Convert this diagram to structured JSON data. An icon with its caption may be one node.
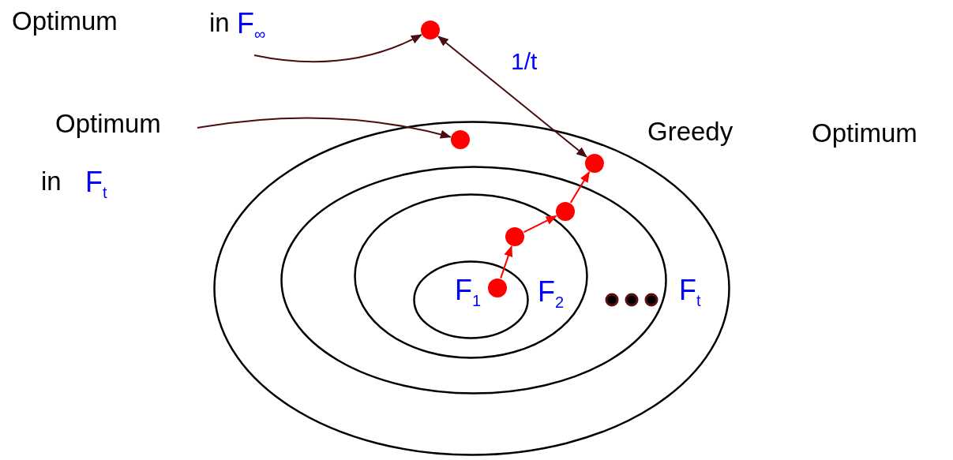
{
  "diagram": {
    "nodes": [
      {
        "text": [
          "F$_{t}$"
        ]
      },
      {
        "text": [],
        "shape": "ellipse",
        "in": 0
      },
      {
        "text": [
          "F$_{2}$"
        ],
        "in": 1
      },
      {
        "text": [
          "F$_{1}$"
        ],
        "in": 2
      },
      {
        "text": [],
        "shape": "circle",
        "in": 3
      },
      {
        "text": [],
        "shape": "circle",
        "in": 2
      },
      {
        "text": [],
        "shape": "circle",
        "in": 1
      },
      {
        "text": [],
        "shape": "circle",
        "in": 0,
        "beside": [
          "Greedy",
          "Optimum"
        ]
      },
      {
        "text": [],
        "shape": "circle",
        "in": 0
      },
      {
        "text": [],
        "shape": "circle"
      },
      {
        "text": [
          "Optimum",
          "in",
          "F$_{∞}$"
        ]
      },
      {
        "text": [
          "Optimum",
          "in",
          "F$_{t}$"
        ]
      }
    ],
    "edges": [
      {
        "from": 4,
        "to": 5,
        "arrow": "to",
        "color": "#ff0000"
      },
      {
        "from": 5,
        "to": 6,
        "arrow": "to",
        "color": "#ff0000"
      },
      {
        "from": 6,
        "to": 7,
        "arrow": "to",
        "color": "#ff0000"
      },
      {
        "from": 10,
        "to": 9,
        "arrow": "to",
        "color": "#4a0e0e"
      },
      {
        "from": 11,
        "to": 8,
        "arrow": "to",
        "color": "#4a0e0e"
      },
      {
        "from": 9,
        "to": 7,
        "arrow": "both",
        "label": "1/t",
        "color": "#4a0e0e"
      }
    ]
  }
}
